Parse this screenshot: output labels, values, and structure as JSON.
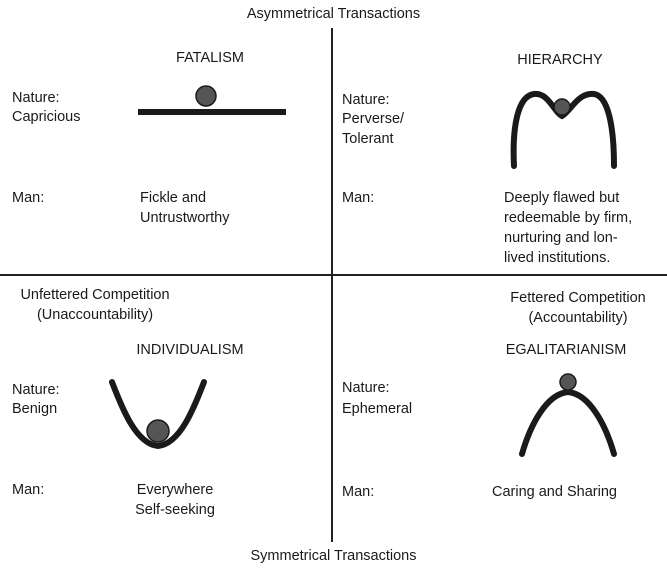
{
  "axes": {
    "top": "Asymmetrical Transactions",
    "bottom": "Symmetrical Transactions",
    "left": [
      "Unfettered Competition",
      "(Unaccountability)"
    ],
    "right": [
      "Fettered Competition",
      "(Accountability)"
    ]
  },
  "quadrants": {
    "fatalism": {
      "title": "FATALISM",
      "nature_label": "Nature:",
      "nature": [
        "Capricious"
      ],
      "man_label": "Man:",
      "man": [
        "Fickle and",
        "Untrustworthy"
      ],
      "icon": "ball-on-flat-line-icon"
    },
    "hierarchy": {
      "title": "HIERARCHY",
      "nature_label": "Nature:",
      "nature": [
        "Perverse/",
        "Tolerant"
      ],
      "man_label": "Man:",
      "man": [
        "Deeply flawed but",
        "redeemable by firm,",
        "nurturing and lon-",
        "lived institutions."
      ],
      "icon": "ball-in-shallow-dip-icon"
    },
    "individualism": {
      "title": "INDIVIDUALISM",
      "nature_label": "Nature:",
      "nature": [
        "Benign"
      ],
      "man_label": "Man:",
      "man": [
        "Everywhere",
        "Self-seeking"
      ],
      "icon": "ball-in-valley-icon"
    },
    "egalitarianism": {
      "title": "EGALITARIANISM",
      "nature_label": "Nature:",
      "nature": [
        "Ephemeral"
      ],
      "man_label": "Man:",
      "man": [
        "Caring and Sharing"
      ],
      "icon": "ball-on-peak-icon"
    }
  },
  "colors": {
    "line": "#1a1a1a",
    "ball": "#555555"
  }
}
